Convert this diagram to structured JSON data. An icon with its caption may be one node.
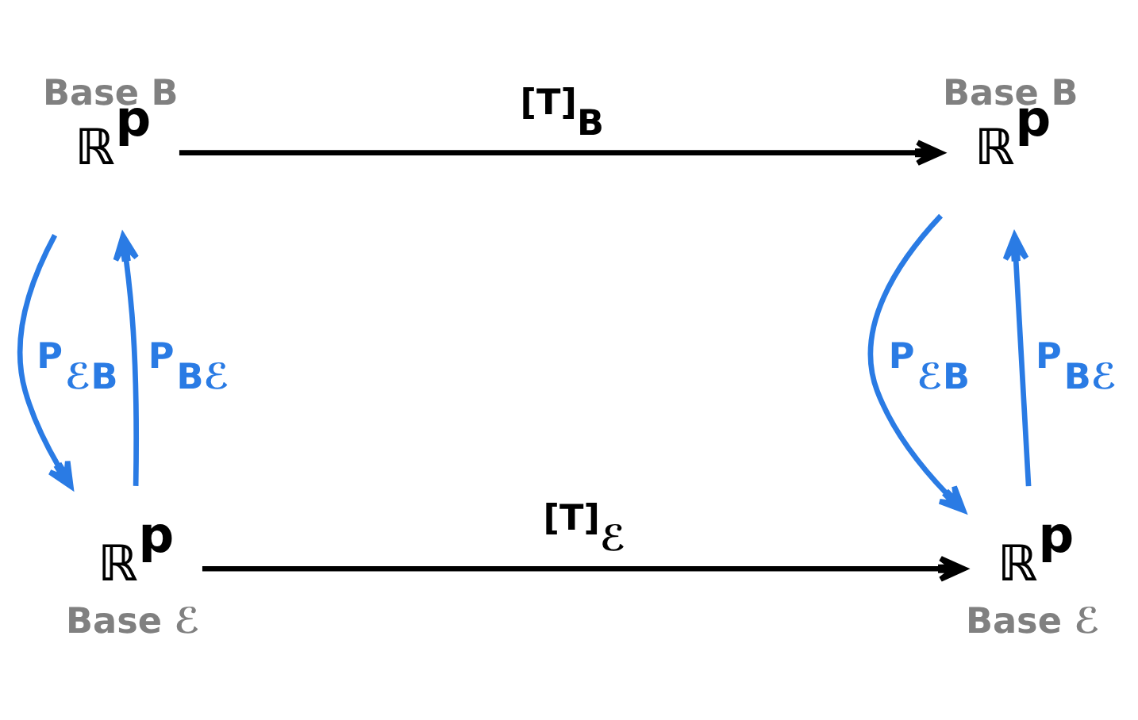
{
  "diagram": {
    "nodes": [
      {
        "text": [
          "ℝ$^{p}$"
        ],
        "beside": [
          "Base B"
        ]
      },
      {
        "text": [
          "ℝ$^{p}$"
        ],
        "beside": [
          "Base B"
        ]
      },
      {
        "text": [
          "ℝ$^{p}$"
        ],
        "beside": [
          "Base ℰ"
        ]
      },
      {
        "text": [
          "ℝ$^{p}$"
        ],
        "beside": [
          "Base ℰ"
        ]
      }
    ],
    "edges": [
      {
        "from": 0,
        "to": 1,
        "arrow": "to",
        "label": "[T]$_{B}$",
        "color": "#000000"
      },
      {
        "from": 0,
        "to": 2,
        "arrow": "to",
        "label": "P$_{ℰB}$",
        "color": "#2a7be4"
      },
      {
        "from": 2,
        "to": 0,
        "arrow": "to",
        "label": "P$_{Bℰ}$",
        "color": "#2a7be4"
      },
      {
        "from": 1,
        "to": 3,
        "arrow": "to",
        "label": "P$_{ℰB}$",
        "color": "#2a7be4"
      },
      {
        "from": 3,
        "to": 1,
        "arrow": "to",
        "label": "P$_{Bℰ}$",
        "color": "#2a7be4"
      },
      {
        "from": 2,
        "to": 3,
        "arrow": "to",
        "label": "[T]$_{ℰ}$",
        "color": "#000000"
      }
    ]
  }
}
